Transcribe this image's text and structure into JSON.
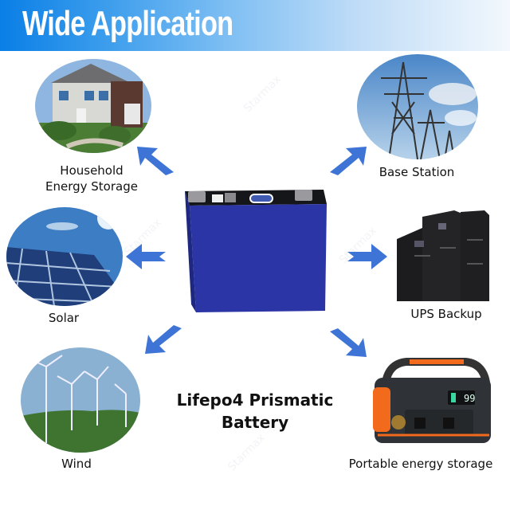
{
  "header": {
    "title": "Wide Application"
  },
  "center": {
    "title_line1": "Lifepo4 Prismatic",
    "title_line2": "Battery",
    "product": "prismatic-battery-cell"
  },
  "applications": [
    {
      "label_line1": "Household",
      "label_line2": "Energy Storage",
      "image": "house-photo"
    },
    {
      "label_line1": "Base Station",
      "image": "power-tower-photo"
    },
    {
      "label_line1": "Solar",
      "image": "solar-panel-photo"
    },
    {
      "label_line1": "UPS Backup",
      "image": "ups-cabinet-photo"
    },
    {
      "label_line1": "Wind",
      "image": "wind-turbine-photo"
    },
    {
      "label_line1": "Portable energy storage",
      "image": "portable-power-station-photo"
    }
  ],
  "watermark": "Starmax",
  "colors": {
    "accent": "#3d74d6",
    "battery": "#2a3aa8",
    "banner_start": "#0a7fe6"
  }
}
